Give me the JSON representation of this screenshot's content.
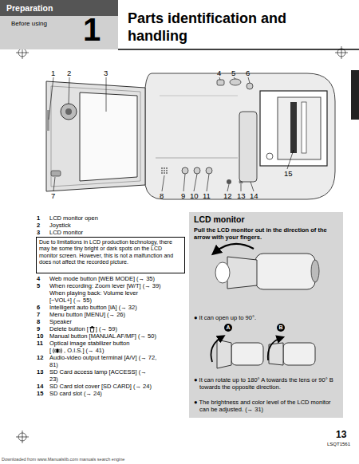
{
  "diagram": {
    "title": "Parts identification and handling",
    "nodes": [
      {
        "text": [
          "Preparation"
        ]
      },
      {
        "text": [
          "Before using",
          "1"
        ]
      },
      {
        "text": [
          "Due to limitations in LCD production technology, there may be some tiny bright or dark spots on the LCD monitor screen. However, this is not a malfunction and does not affect the recorded picture."
        ]
      },
      {
        "text": [
          "LCD monitor",
          "Pull the LCD monitor out in the direction of the arrow with your fingers.",
          "● It can open up to 90°.",
          "● It can rotate up to 180° A towards the lens or 90° B towards the opposite direction.",
          "● The brightness and color level of the LCD monitor can be adjusted. (→ 31)"
        ]
      }
    ],
    "labels": [
      "1",
      "2",
      "3",
      "4",
      "5",
      "6",
      "7",
      "8",
      "9",
      "10",
      "11",
      "12",
      "13",
      "14",
      "15",
      "1",
      "LCD monitor open",
      "2",
      "Joystick",
      "3",
      "LCD monitor",
      "4",
      "Web mode button [WEB MODE] (→ 35)",
      "5",
      "When recording: Zoom lever [W/T] (→ 39)",
      "When playing back: Volume lever [−VOL+] (→ 55)",
      "6",
      "Intelligent auto button [iA] (→ 32)",
      "7",
      "Menu button [MENU] (→ 26)",
      "8",
      "Speaker",
      "9",
      "Delete button [",
      "] (→ 59)",
      "10",
      "Manual button [MANUAL AF/MF] (→ 50)",
      "11",
      "Optical image stabilizer button",
      "[",
      ", O.I.S.] (→ 41)",
      "12",
      "Audio-video output terminal [A/V] (→ 72, 81)",
      "13",
      "SD Card access lamp [ACCESS] (→ 23)",
      "14",
      "SD Card slot cover [SD CARD] (→ 24)",
      "15",
      "SD card slot (→ 24)",
      "A",
      "B",
      "13",
      "LSQT1561",
      "Downloaded from www.Manualslib.com manuals search engine"
    ]
  }
}
